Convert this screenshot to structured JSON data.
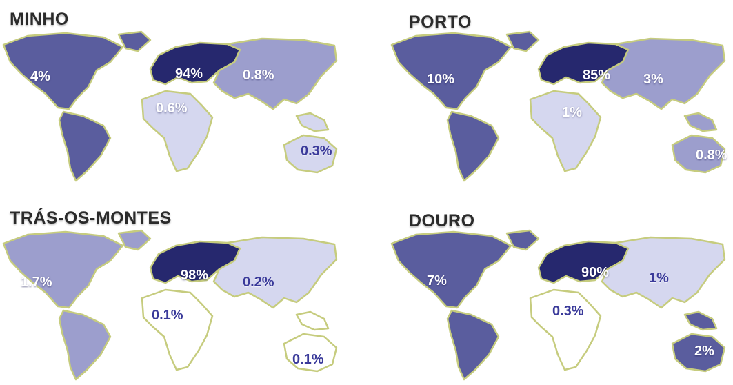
{
  "colors": {
    "level_1": "#26286e",
    "level_2": "#5a5d9e",
    "level_3": "#9c9ecd",
    "level_4": "#d5d7ef",
    "level_5": "#ffffff"
  },
  "panels": [
    {
      "title": "MINHO",
      "regions": {
        "north_america": {
          "value": "4%",
          "level": "level_2"
        },
        "south_america": {
          "level": "level_2"
        },
        "europe": {
          "value": "94%",
          "level": "level_1"
        },
        "asia": {
          "value": "0.8%",
          "level": "level_3"
        },
        "africa": {
          "value": "0.6%",
          "level": "level_4"
        },
        "oceania": {
          "value": "0.3%",
          "level": "level_4"
        }
      }
    },
    {
      "title": "PORTO",
      "regions": {
        "north_america": {
          "value": "10%",
          "level": "level_2"
        },
        "south_america": {
          "level": "level_2"
        },
        "europe": {
          "value": "85%",
          "level": "level_1"
        },
        "asia": {
          "value": "3%",
          "level": "level_3"
        },
        "africa": {
          "value": "1%",
          "level": "level_4"
        },
        "oceania": {
          "value": "0.8%",
          "level": "level_3"
        }
      }
    },
    {
      "title": "TRÁS-OS-MONTES",
      "regions": {
        "north_america": {
          "value": "1.7%",
          "level": "level_3"
        },
        "south_america": {
          "level": "level_3"
        },
        "europe": {
          "value": "98%",
          "level": "level_1"
        },
        "asia": {
          "value": "0.2%",
          "level": "level_4"
        },
        "africa": {
          "value": "0.1%",
          "level": "level_5"
        },
        "oceania": {
          "value": "0.1%",
          "level": "level_5"
        }
      }
    },
    {
      "title": "DOURO",
      "regions": {
        "north_america": {
          "value": "7%",
          "level": "level_2"
        },
        "south_america": {
          "level": "level_2"
        },
        "europe": {
          "value": "90%",
          "level": "level_1"
        },
        "asia": {
          "value": "1%",
          "level": "level_4"
        },
        "africa": {
          "value": "0.3%",
          "level": "level_5"
        },
        "oceania": {
          "value": "2%",
          "level": "level_2"
        }
      }
    }
  ]
}
